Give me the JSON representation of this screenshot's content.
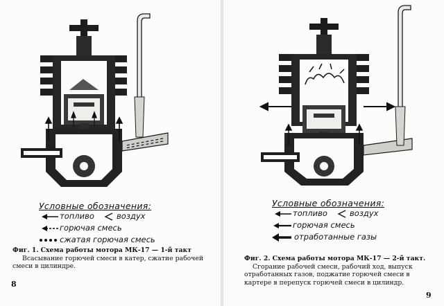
{
  "left_page": {
    "legend": {
      "title": "Условные обозначения:",
      "fuel": "топливо",
      "air": "воздух",
      "fuel_mixture": "горючая смесь",
      "compressed_mixture": "сжатая горючая смесь"
    },
    "caption": {
      "label": "Фиг. 1.",
      "title": "Схема работы мотора МК-17 — 1-й такт",
      "body": "Всасывание горючей смеси в катер, сжатие рабочей смеси в цилиндре."
    },
    "page_number": "8"
  },
  "right_page": {
    "legend": {
      "title": "Условные обозначения:",
      "fuel": "топливо",
      "air": "воздух",
      "fuel_mixture": "горючая смесь",
      "exhaust_gases": "отработанные газы"
    },
    "caption": {
      "label": "Фиг. 2.",
      "title": "Схема работы мотора МК-17 — 2-й такт.",
      "body": "Сгорание рабочей смеси, рабочий ход, выпуск отработанных газов, поджатие горючей смеси в картере в перепуск горючей смеси в цилиндр."
    },
    "page_number": "9"
  }
}
